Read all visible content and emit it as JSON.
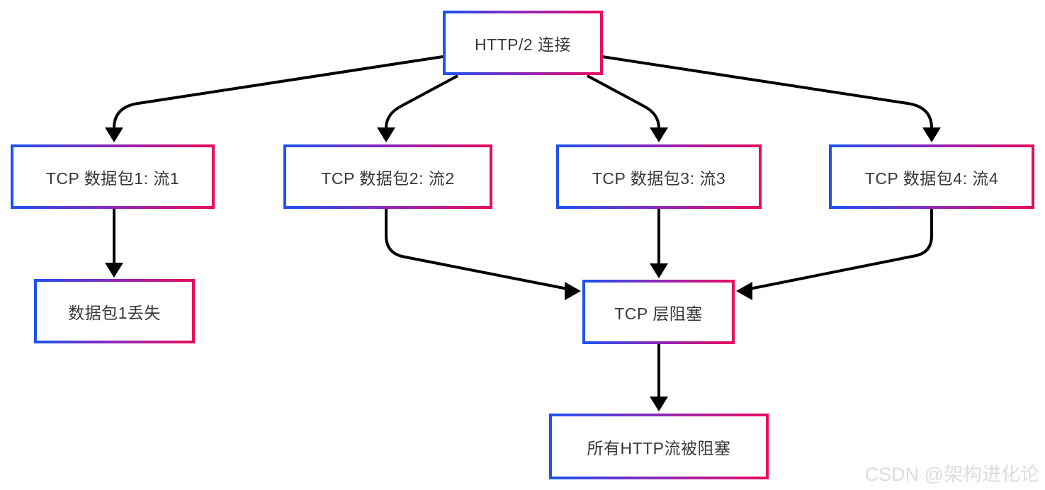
{
  "diagram": {
    "type": "flowchart",
    "background_color": "#ffffff",
    "node_border_gradient": [
      "#1d53f0",
      "#8d28b8",
      "#e90b5c"
    ],
    "node_fill_color": "#ffffff",
    "node_text_color": "#383838",
    "edge_color": "#000000",
    "nodes": [
      {
        "id": "http2",
        "label": "HTTP/2 连接"
      },
      {
        "id": "tcp1",
        "label": "TCP 数据包1: 流1"
      },
      {
        "id": "tcp2",
        "label": "TCP 数据包2: 流2"
      },
      {
        "id": "tcp3",
        "label": "TCP 数据包3: 流3"
      },
      {
        "id": "tcp4",
        "label": "TCP 数据包4: 流4"
      },
      {
        "id": "lost",
        "label": "数据包1丢失"
      },
      {
        "id": "block",
        "label": "TCP 层阻塞"
      },
      {
        "id": "all_blocked",
        "label": "所有HTTP流被阻塞"
      }
    ],
    "edges": [
      {
        "from": "http2",
        "to": "tcp1"
      },
      {
        "from": "http2",
        "to": "tcp2"
      },
      {
        "from": "http2",
        "to": "tcp3"
      },
      {
        "from": "http2",
        "to": "tcp4"
      },
      {
        "from": "tcp1",
        "to": "lost"
      },
      {
        "from": "tcp2",
        "to": "block"
      },
      {
        "from": "tcp3",
        "to": "block"
      },
      {
        "from": "tcp4",
        "to": "block"
      },
      {
        "from": "block",
        "to": "all_blocked"
      }
    ],
    "watermark": "CSDN @架构进化论"
  }
}
